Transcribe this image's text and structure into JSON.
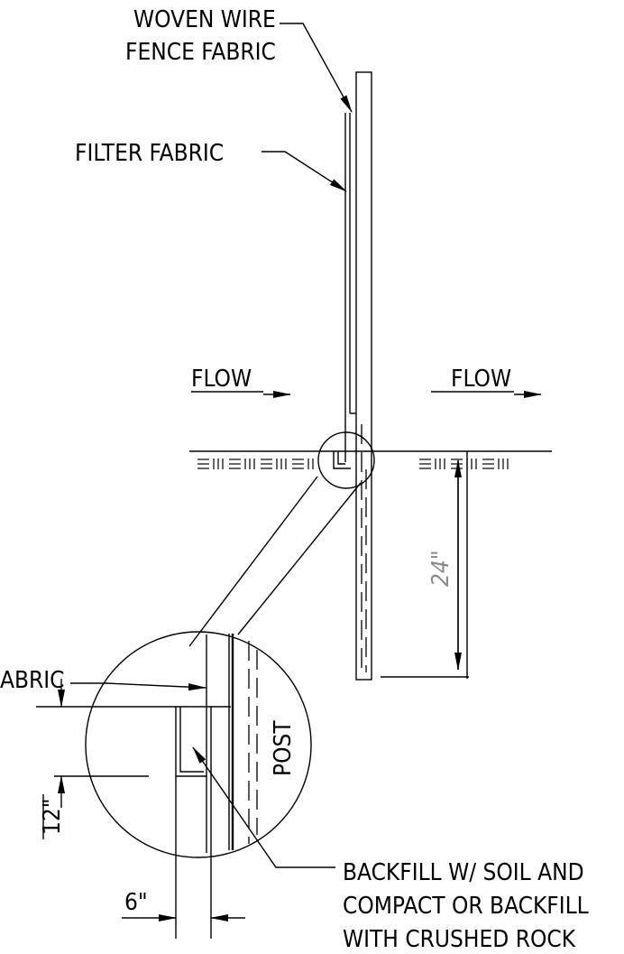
{
  "labels": {
    "woven_wire_line1": "WOVEN WIRE",
    "woven_wire_line2": "FENCE FABRIC",
    "filter_fabric": "FILTER FABRIC",
    "flow_left": "FLOW",
    "flow_right": "FLOW",
    "filter_fabric_detail": "ABRIC",
    "post": "POST",
    "backfill_line1": "BACKFILL W/ SOIL AND",
    "backfill_line2": "COMPACT OR BACKFILL",
    "backfill_line3": "WITH CRUSHED ROCK"
  },
  "dimensions": {
    "depth": "24\"",
    "trench_depth": "12\"",
    "trench_width": "6\""
  },
  "colors": {
    "line": "#000000",
    "dimension_text": "#8a8a8a",
    "background": "#ffffff"
  }
}
